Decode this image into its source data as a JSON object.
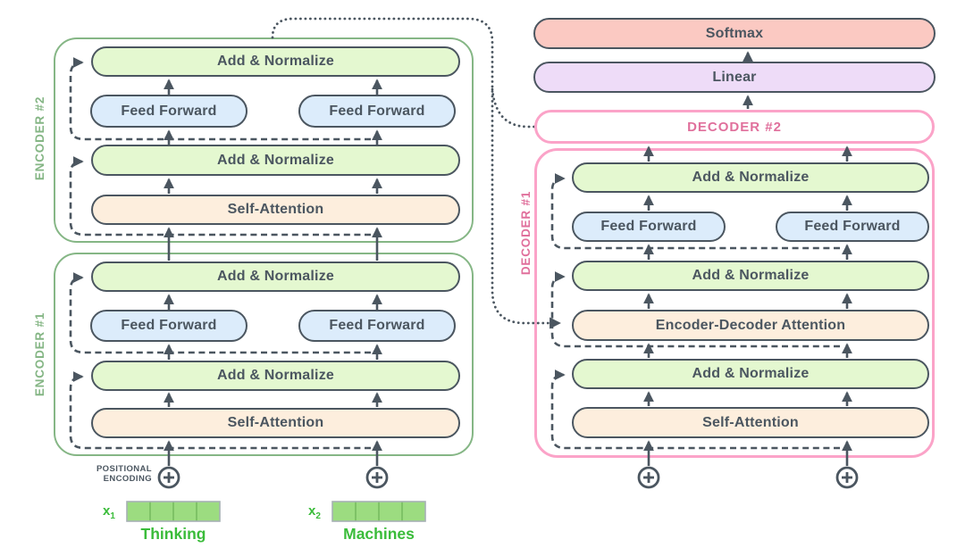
{
  "colors": {
    "stroke_dark": "#4b5660",
    "encoder_frame_green": "#85b685",
    "decoder_frame_pink": "#fba3c8",
    "decoder_label_pink": "#e0709c",
    "add_normalize_fill": "#e4f8d0",
    "feed_forward_fill": "#dcecfb",
    "attention_fill": "#fdeedd",
    "softmax_fill": "#fbc9c2",
    "linear_fill": "#eedcf8",
    "input_vector_fill": "#9cdc80",
    "input_text_green": "#3abc3a"
  },
  "encoder2": {
    "label": "ENCODER #2",
    "layers": {
      "add_norm_top": "Add & Normalize",
      "ff_left": "Feed Forward",
      "ff_right": "Feed Forward",
      "add_norm_mid": "Add & Normalize",
      "self_attention": "Self-Attention"
    }
  },
  "encoder1": {
    "label": "ENCODER #1",
    "layers": {
      "add_norm_top": "Add & Normalize",
      "ff_left": "Feed Forward",
      "ff_right": "Feed Forward",
      "add_norm_mid": "Add & Normalize",
      "self_attention": "Self-Attention"
    }
  },
  "decoder1": {
    "label": "DECODER #1",
    "layers": {
      "add_norm_top": "Add & Normalize",
      "ff_left": "Feed Forward",
      "ff_right": "Feed Forward",
      "add_norm_mid": "Add & Normalize",
      "enc_dec_attention": "Encoder-Decoder Attention",
      "add_norm_bot": "Add & Normalize",
      "self_attention": "Self-Attention"
    }
  },
  "output_stack": {
    "softmax": "Softmax",
    "linear": "Linear",
    "decoder2": "DECODER #2"
  },
  "inputs": {
    "pos_enc_line1": "POSITIONAL",
    "pos_enc_line2": "ENCODING",
    "x1_base": "x",
    "x1_sub": "1",
    "word1": "Thinking",
    "x2_base": "x",
    "x2_sub": "2",
    "word2": "Machines"
  }
}
